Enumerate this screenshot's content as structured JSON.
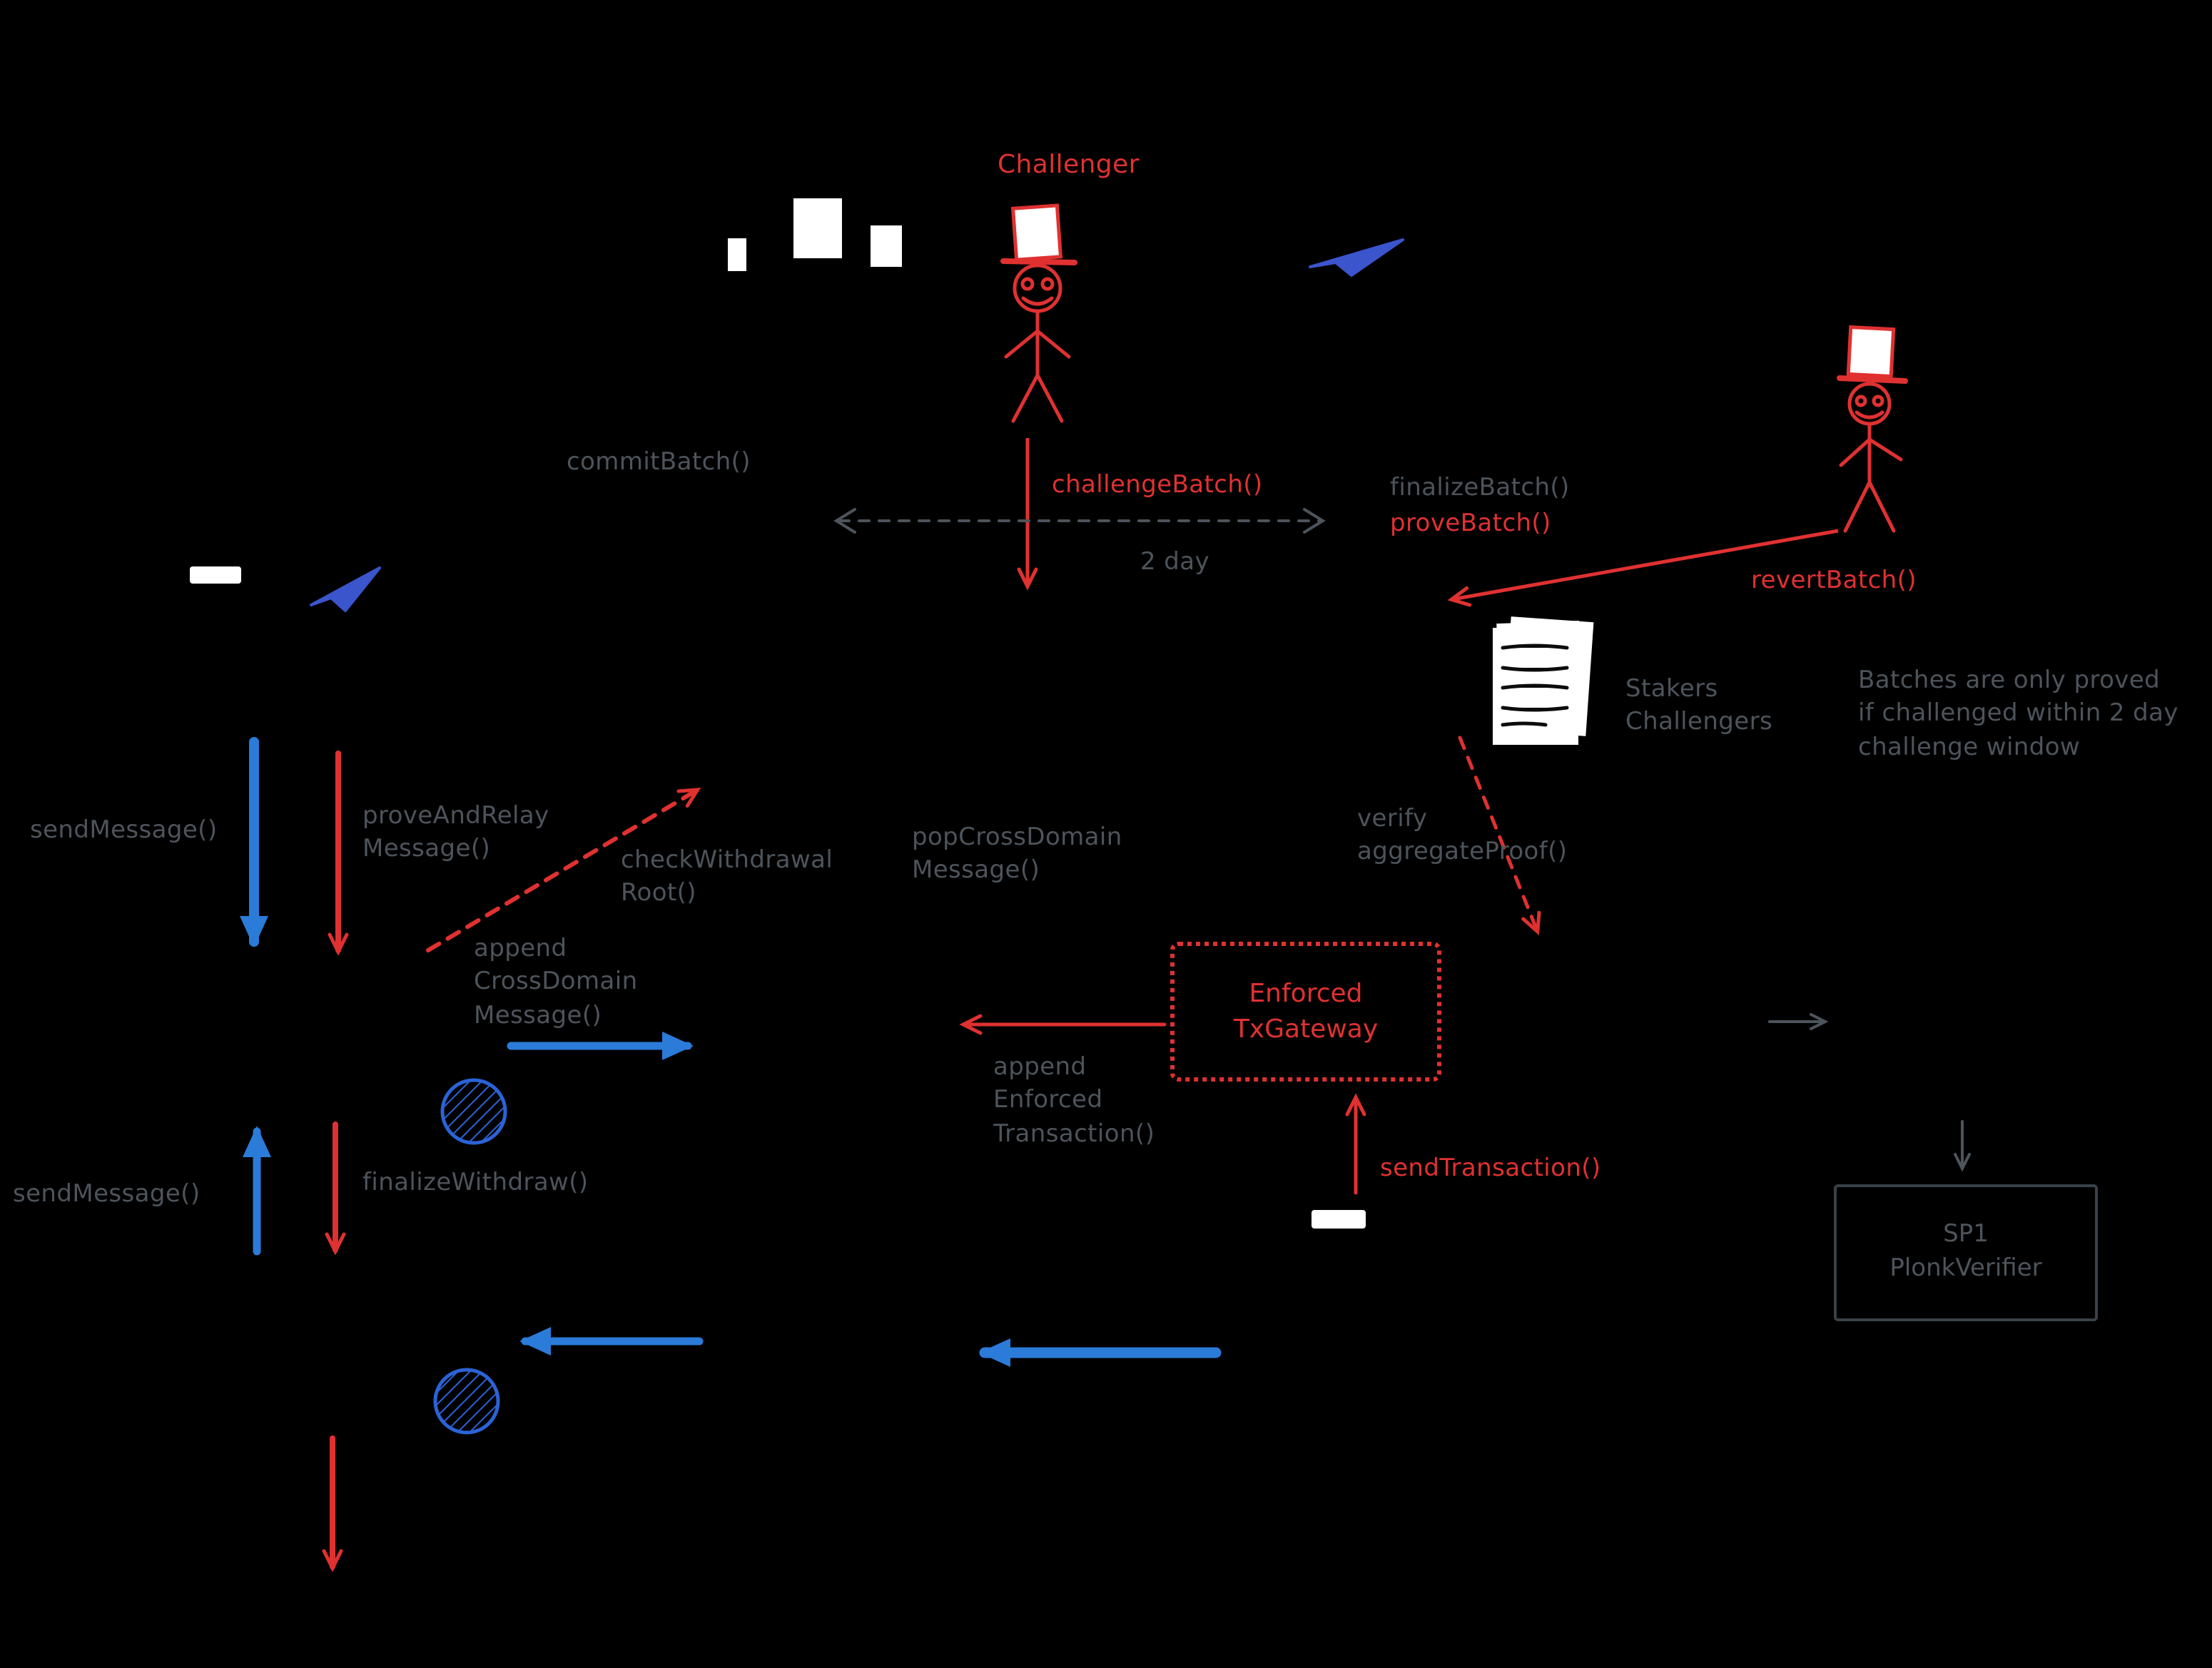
{
  "colors": {
    "red": "#e03131",
    "blue": "#2b7bd8",
    "gray": "#4d545b",
    "plane_blue": "#3b55cc",
    "background": "#000000"
  },
  "labels": {
    "challenger": "Challenger",
    "commit_batch": "commitBatch()",
    "challenge_batch": "challengeBatch()",
    "two_day": "2 day",
    "finalize_batch": "finalizeBatch()",
    "prove_batch": "proveBatch()",
    "revert_batch": "revertBatch()",
    "stakers_challengers": "Stakers\nChallengers",
    "challenge_window_note": "Batches are only proved\nif challenged within 2 day\nchallenge window",
    "send_message_top": "sendMessage()",
    "prove_and_relay_message": "proveAndRelay\nMessage()",
    "check_withdrawal_root": "checkWithdrawal\nRoot()",
    "pop_cross_domain_message": "popCrossDomain\nMessage()",
    "verify_aggregate_proof": "verify\naggregateProof()",
    "append_cross_domain_message": "append\nCrossDomain\nMessage()",
    "enforced_tx_gateway": "Enforced\nTxGateway",
    "append_enforced_transaction": "append\nEnforced\nTransaction()",
    "send_transaction": "sendTransaction()",
    "send_message_bottom": "sendMessage()",
    "finalize_withdraw": "finalizeWithdraw()",
    "sp1_plonk_verifier": "SP1\nPlonkVerifier"
  }
}
